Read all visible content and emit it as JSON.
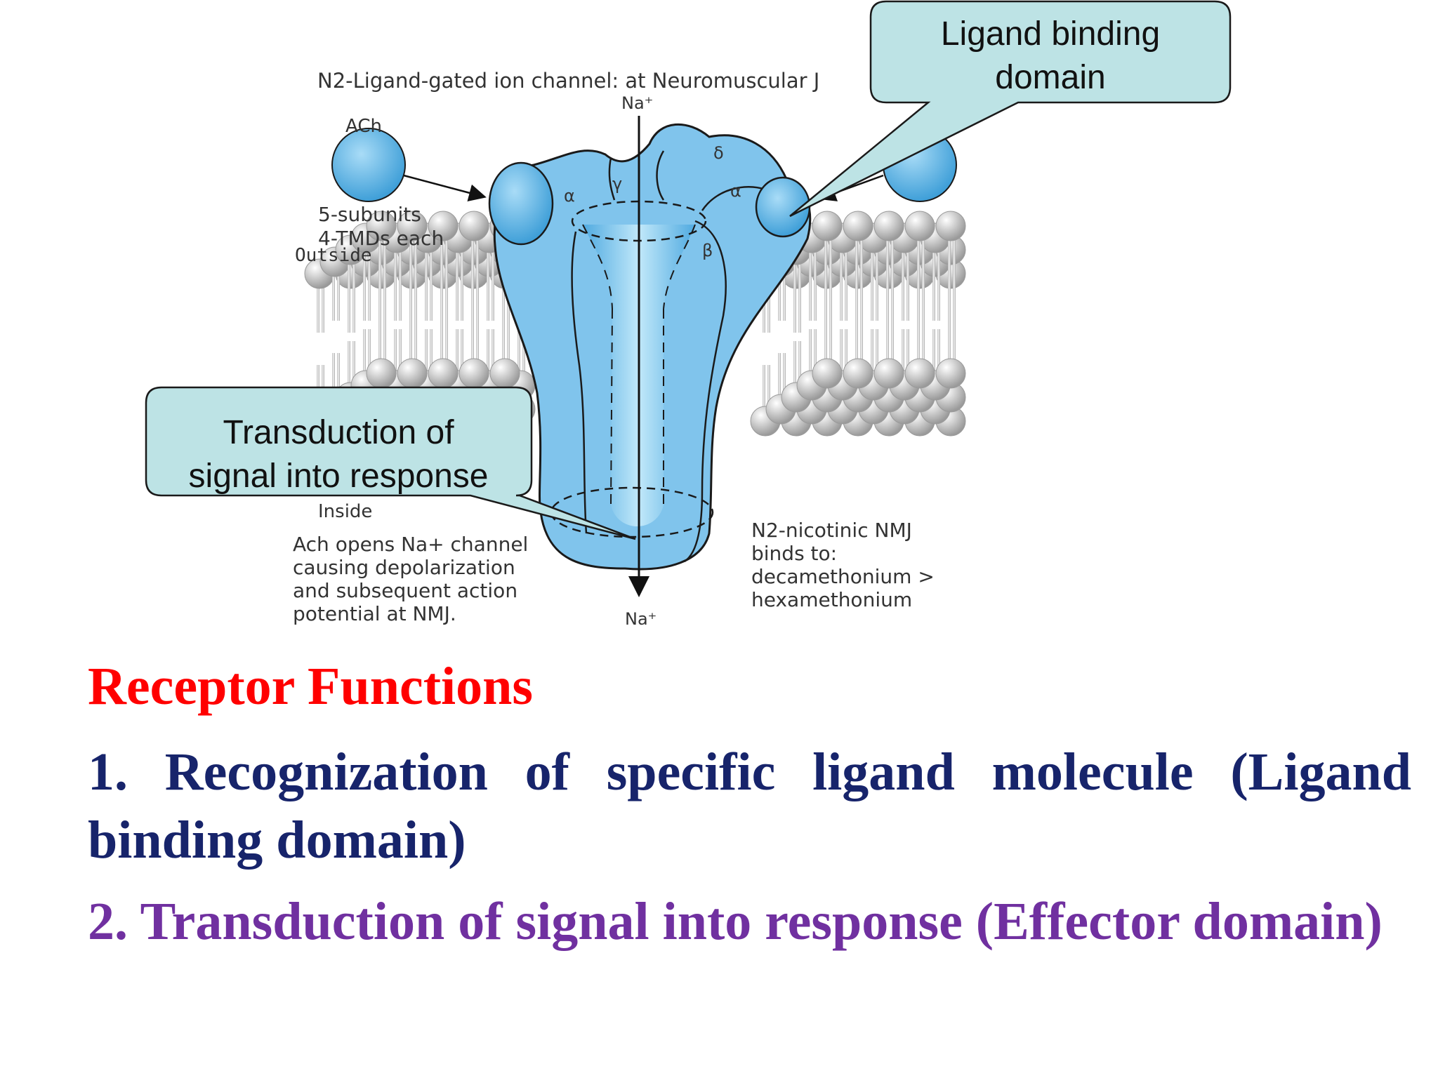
{
  "diagram": {
    "title": "N2-Ligand-gated ion channel: at Neuromuscular J",
    "ion_top": "Na⁺",
    "ion_bottom": "Na⁺",
    "ligand": "ACh",
    "subunit_note": [
      "5-subunits",
      "4-TMDs each"
    ],
    "outside_label": "Outside",
    "inside_label": "Inside",
    "subunits": [
      "α",
      "γ",
      "δ",
      "α",
      "β"
    ],
    "left_note": [
      "Ach opens Na+ channel",
      "causing depolarization",
      "and subsequent action",
      "potential at NMJ."
    ],
    "right_note": [
      "N2-nicotinic NMJ",
      "binds to:",
      "decamethonium >",
      "hexamethonium"
    ]
  },
  "callouts": {
    "ligand_binding": [
      "Ligand binding",
      "domain"
    ],
    "transduction": [
      "Transduction of",
      "signal into response"
    ]
  },
  "heading": "Receptor Functions",
  "points": [
    "1. Recognization of specific ligand molecule (Ligand binding domain)",
    "2. Transduction of signal into response (Effector domain)"
  ],
  "colors": {
    "heading": "#ff0000",
    "point_1": "#17246b",
    "point_2": "#7030a0",
    "receptor": "#7cc4ec",
    "callout_fill": "#bde3e5"
  }
}
